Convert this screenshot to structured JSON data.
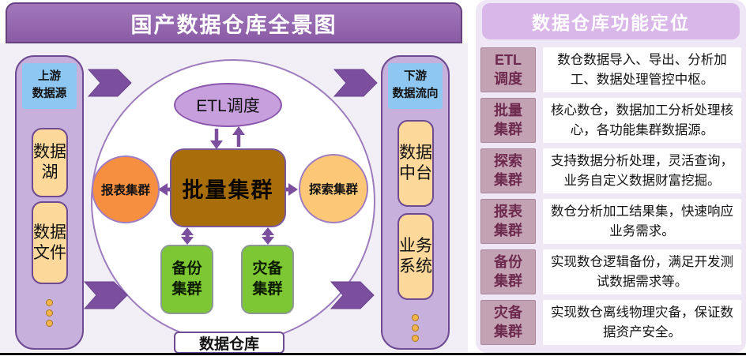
{
  "main_panel": {
    "title": "国产数据仓库全景图",
    "upstream": {
      "header": "上游\n数据源",
      "items": [
        "数据湖",
        "数据文件"
      ]
    },
    "downstream": {
      "header": "下游\n数据流向",
      "items": [
        "数据中台",
        "业务系统"
      ]
    },
    "diagram": {
      "etl": "ETL调度",
      "batch": "批量集群",
      "report": "报表集群",
      "explore": "探索集群",
      "backup": "备份\n集群",
      "disaster": "灾备\n集群",
      "warehouse": "数据仓库"
    }
  },
  "right_panel": {
    "title": "数据仓库功能定位",
    "rows": [
      {
        "term": "ETL\n调度",
        "desc": "数仓数据导入、导出、分析加工、数据处理管控中枢。"
      },
      {
        "term": "批量\n集群",
        "desc": "核心数仓，数据加工分析处理核心，各功能集群数据源。"
      },
      {
        "term": "探索\n集群",
        "desc": "支持数据分析处理，灵活查询，业务自定义数据财富挖掘。"
      },
      {
        "term": "报表\n集群",
        "desc": "数仓分析加工结果集，快速响应业务需求。"
      },
      {
        "term": "备份\n集群",
        "desc": "实现数仓逻辑备份，满足开发测试数据需求等。"
      },
      {
        "term": "灾备\n集群",
        "desc": "实现数仓离线物理灾备，保证数据资产安全。"
      }
    ]
  },
  "colors": {
    "header_purple": "#8a5ba5",
    "right_header_purple": "#d9b7e9",
    "arrow_purple": "#7b4f9e",
    "column_purple": "#c7b0dc",
    "blue_header": "#8ec7f1",
    "item_orange": "#fcd89b",
    "batch_brown": "#a96e0c",
    "report_orange": "#f78f40",
    "explore_amber": "#fcc878",
    "cluster_green": "#7cc733",
    "etl_lavender": "#c79fdd",
    "term_mauve": "#c3a2b3",
    "term_text": "#6e2a4e"
  }
}
